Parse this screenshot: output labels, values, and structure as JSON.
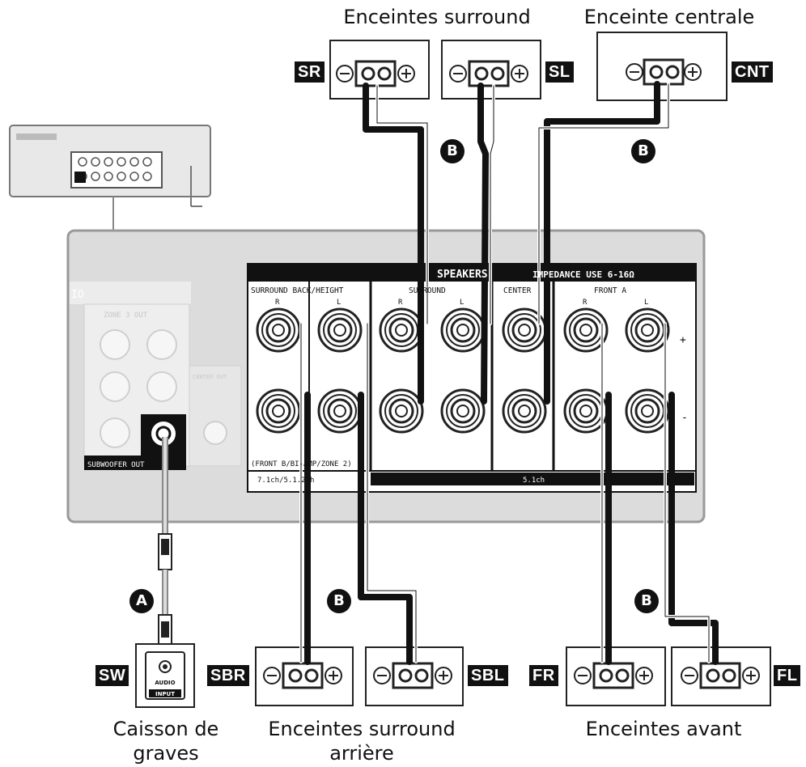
{
  "captions": {
    "surround": "Enceintes surround",
    "center": "Enceinte centrale",
    "subwoofer_line1": "Caisson de",
    "subwoofer_line2": "graves",
    "surround_back_line1": "Enceintes surround",
    "surround_back_line2": "arrière",
    "front": "Enceintes avant"
  },
  "speaker_tags": {
    "sr": "SR",
    "sl": "SL",
    "cnt": "CNT",
    "sw": "SW",
    "sbr": "SBR",
    "sbl": "SBL",
    "fr": "FR",
    "fl": "FL"
  },
  "cable_labels": {
    "a": "A",
    "b": "B"
  },
  "panel": {
    "speakers_header": "SPEAKERS",
    "impedance": "IMPEDANCE USE 6-16Ω",
    "surround_back_height": "SURROUND BACK/HEIGHT",
    "surround": "SURROUND",
    "center": "CENTER",
    "front_a": "FRONT A",
    "r": "R",
    "l": "L",
    "plus": "+",
    "minus": "-",
    "front_b_bi_amp": "(FRONT B/BI-AMP/ZONE 2)",
    "ch_712": "7.1ch/5.1.2ch",
    "ch_51": "5.1ch",
    "zone_out": "ZONE 3 OUT",
    "subwoofer_out": "SUBWOOFER OUT",
    "left_tab": "IO",
    "center_out": "CENTER OUT"
  },
  "sub_panel": {
    "audio": "AUDIO",
    "input": "INPUT"
  },
  "terminal_symbols": {
    "minus": "⊖",
    "plus": "⊕"
  }
}
